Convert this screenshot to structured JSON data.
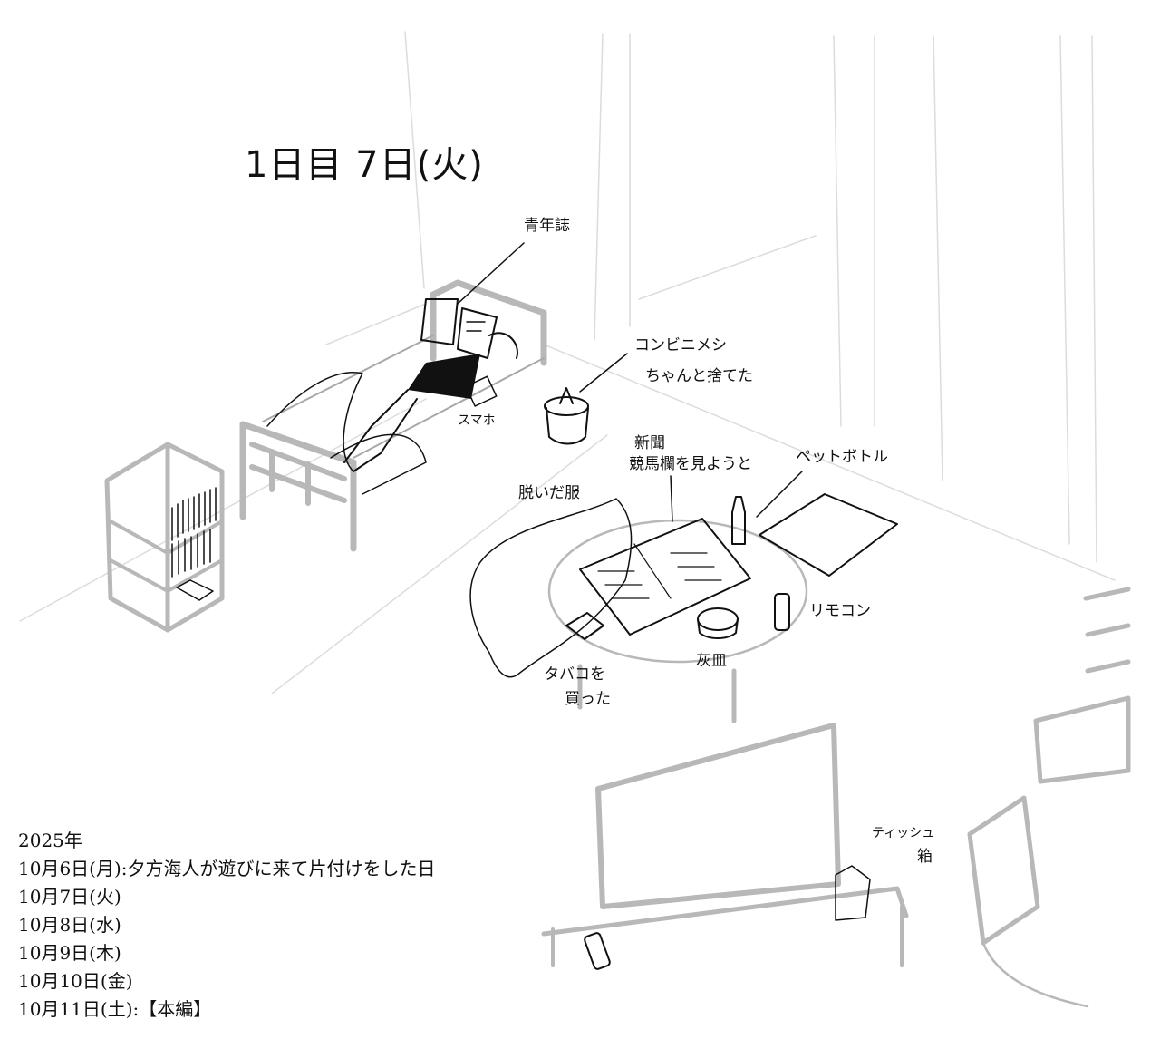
{
  "drawing": {
    "title": "1日目 7日(火)",
    "labels": {
      "magazine": "青年誌",
      "convenience_food_line1": "コンビニメシ",
      "convenience_food_line2": "ちゃんと捨てた",
      "smartphone": "スマホ",
      "newspaper_line1": "新聞",
      "newspaper_line2": "競馬欄を見ようと",
      "pet_bottle": "ペットボトル",
      "clothes": "脱いだ服",
      "remote": "リモコン",
      "ashtray": "灰皿",
      "cigarettes_line1": "タバコを",
      "cigarettes_line2": "買った",
      "tissue_line1": "ティッシュ",
      "tissue_line2": "箱"
    }
  },
  "timeline": {
    "year": "2025年",
    "entries": [
      "10月6日(月):夕方海人が遊びに来て片付けをした日",
      "10月7日(火)",
      "10月8日(水)",
      "10月9日(木)",
      "10月10日(金)",
      "10月11日(土):【本編】"
    ]
  },
  "colors": {
    "ink": "#111111",
    "furniture_gray": "#b8b8b8",
    "wall_lines": "#dcdcdc"
  }
}
